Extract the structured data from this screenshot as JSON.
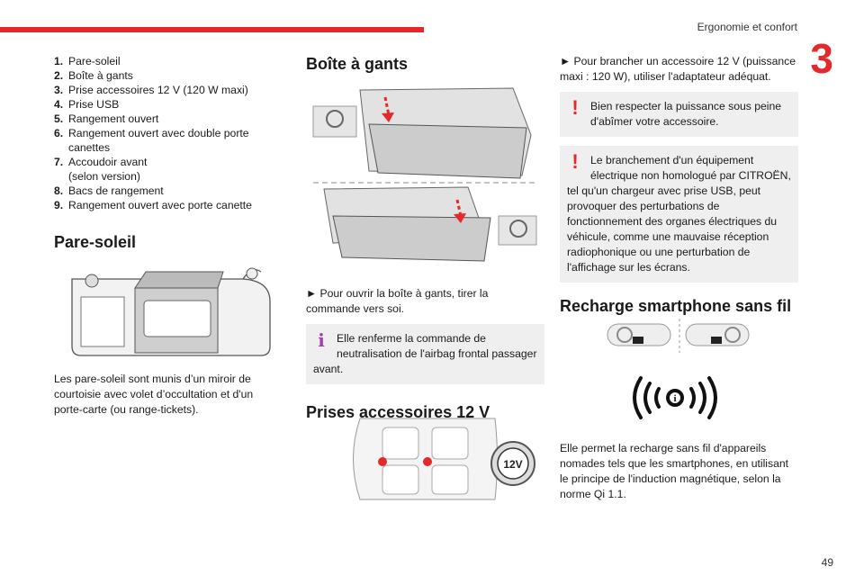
{
  "header": {
    "section_title": "Ergonomie et confort",
    "chapter_number": "3"
  },
  "col1": {
    "items": [
      {
        "num": "1.",
        "text": "Pare-soleil"
      },
      {
        "num": "2.",
        "text": "Boîte à gants"
      },
      {
        "num": "3.",
        "text": "Prise accessoires 12 V (120 W maxi)"
      },
      {
        "num": "4.",
        "text": "Prise USB"
      },
      {
        "num": "5.",
        "text": "Rangement ouvert"
      },
      {
        "num": "6.",
        "text": "Rangement ouvert avec double porte canettes"
      },
      {
        "num": "7.",
        "text": "Accoudoir avant (selon version)"
      },
      {
        "num": "8.",
        "text": "Bacs de rangement"
      },
      {
        "num": "9.",
        "text": "Rangement ouvert avec porte canette"
      }
    ],
    "sunvisor_heading": "Pare-soleil",
    "sunvisor_text": "Les pare-soleil sont munis d’un miroir de courtoisie avec volet d’occultation et d'un porte-carte (ou range-tickets)."
  },
  "col2": {
    "glovebox_heading": "Boîte à gants",
    "glovebox_text": "► Pour ouvrir la boîte à gants, tirer la commande vers soi.",
    "info_note": {
      "lead": "Elle renferme la commande de neutralisation de l'airbag frontal passager",
      "rest": "avant."
    },
    "sockets_heading": "Prises accessoires 12 V",
    "socket_label": "12V"
  },
  "col3": {
    "socket_text": "► Pour brancher un accessoire 12 V (puissance maxi : 120 W), utiliser l'adaptateur adéquat.",
    "warn1": "Bien respecter la puissance sous peine d'abîmer votre accessoire.",
    "warn2_lead": "Le branchement d'un équipement électrique non homologué par CITROËN,",
    "warn2_rest": "tel qu'un chargeur avec prise USB, peut provoquer des perturbations de fonctionnement des organes électriques du véhicule, comme une mauvaise réception radiophonique ou une perturbation de l'affichage sur les écrans.",
    "wireless_heading": "Recharge smartphone sans fil",
    "wireless_text": "Elle permet la recharge sans fil d'appareils nomades tels que les smartphones, en utilisant le principe de l'induction magnétique, selon la norme Qi 1.1."
  },
  "footer": {
    "page_number": "49"
  },
  "colors": {
    "accent": "#e5282a",
    "note_bg": "#efefef",
    "info_icon": "#a43fb0"
  }
}
